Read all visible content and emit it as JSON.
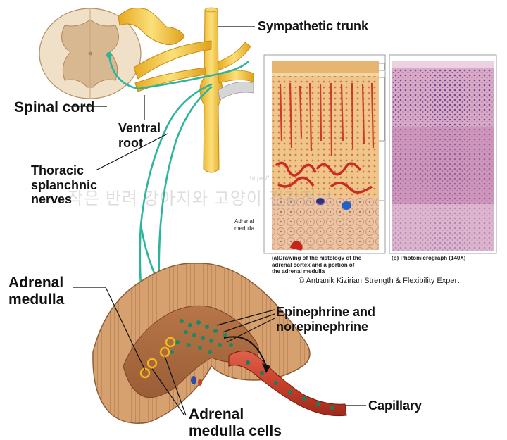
{
  "labels": {
    "sympathetic_trunk": "Sympathetic trunk",
    "spinal_cord": "Spinal cord",
    "ventral_root_line1": "Ventral",
    "ventral_root_line2": "root",
    "thoracic_line1": "Thoracic",
    "thoracic_line2": "splanchnic",
    "thoracic_line3": "nerves",
    "adrenal_medulla_line1": "Adrenal",
    "adrenal_medulla_line2": "medulla",
    "epi_line1": "Epinephrine and",
    "epi_line2": "norepinephrine",
    "capillary": "Capillary",
    "cells_line1": "Adrenal",
    "cells_line2": "medulla cells"
  },
  "histology": {
    "inset_label_line1": "Adrenal",
    "inset_label_line2": "medulla",
    "caption_a_line1": "(a)Drawing of the histology of the",
    "caption_a_line2": "adrenal cortex and a portion of",
    "caption_a_line3": "the adrenal medulla",
    "caption_b": "(b) Photomicrograph (140X)"
  },
  "copyright": "© Antranik Kizirian Strength & Flexibility Expert",
  "watermark": {
    "text": "작은 반려 강아지와 고양이 건강정보",
    "url": "https://..."
  },
  "colors": {
    "nerve_yellow": "#f2c23a",
    "nerve_teal": "#2bb59a",
    "gland_tan": "#d8a874",
    "capillary_red": "#c8402c"
  }
}
